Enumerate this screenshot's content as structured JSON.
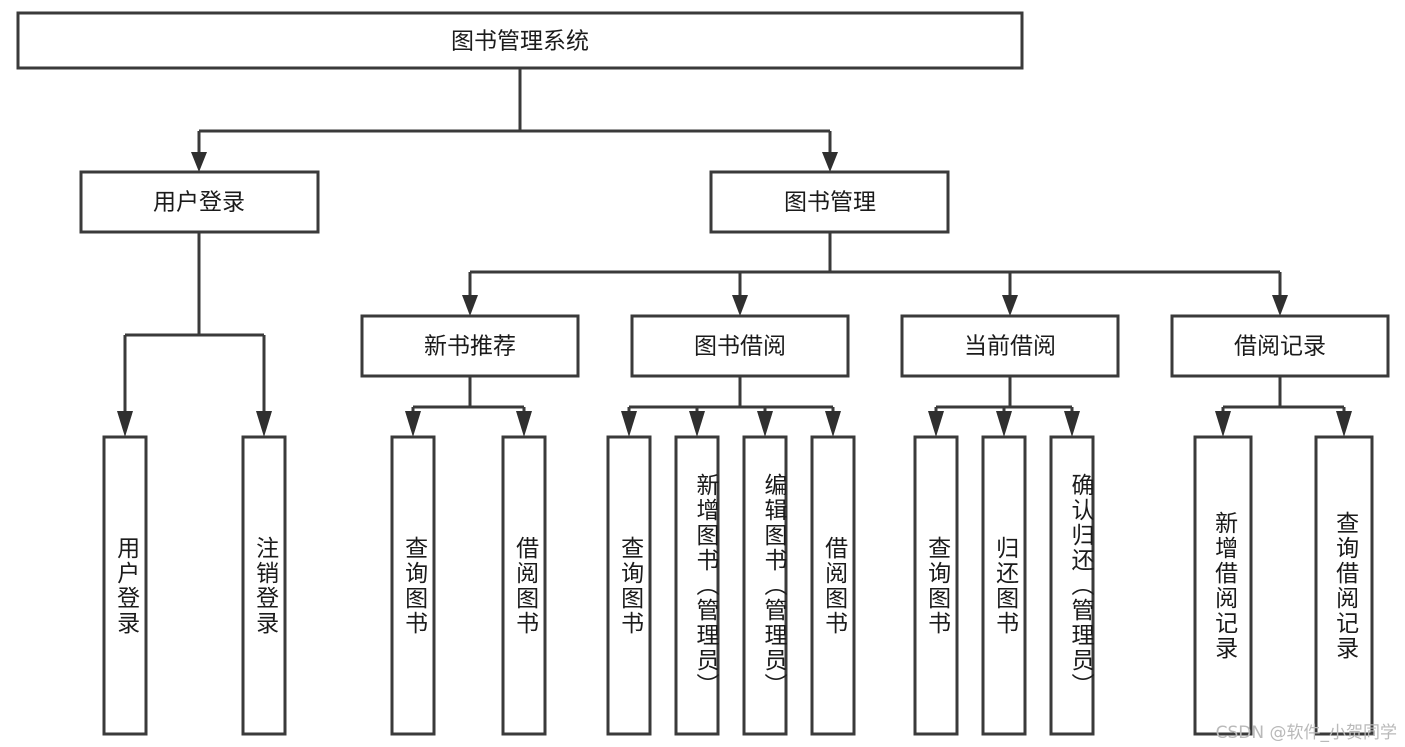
{
  "diagram": {
    "title": "图书管理系统",
    "type": "tree-hierarchy-chart",
    "root": {
      "id": "root",
      "label": "图书管理系统"
    },
    "level2": [
      {
        "id": "user-login",
        "label": "用户登录"
      },
      {
        "id": "book-management",
        "label": "图书管理"
      }
    ],
    "level3": [
      {
        "id": "new-book-recommend",
        "label": "新书推荐"
      },
      {
        "id": "book-borrow",
        "label": "图书借阅"
      },
      {
        "id": "current-borrow",
        "label": "当前借阅"
      },
      {
        "id": "borrow-record",
        "label": "借阅记录"
      }
    ],
    "leaves": {
      "user-login": [
        {
          "id": "leaf-user-login",
          "label": "用户登录"
        },
        {
          "id": "leaf-logout-login",
          "label": "注销登录"
        }
      ],
      "new-book-recommend": [
        {
          "id": "leaf-query-book-1",
          "label": "查询图书"
        },
        {
          "id": "leaf-borrow-book-1",
          "label": "借阅图书"
        }
      ],
      "book-borrow": [
        {
          "id": "leaf-query-book-2",
          "label": "查询图书"
        },
        {
          "id": "leaf-add-book-admin",
          "label": "新增图书（管理员）"
        },
        {
          "id": "leaf-edit-book-admin",
          "label": "编辑图书（管理员）"
        },
        {
          "id": "leaf-borrow-book-2",
          "label": "借阅图书"
        }
      ],
      "current-borrow": [
        {
          "id": "leaf-query-book-3",
          "label": "查询图书"
        },
        {
          "id": "leaf-return-book",
          "label": "归还图书"
        },
        {
          "id": "leaf-confirm-return-admin",
          "label": "确认归还（管理员）"
        }
      ],
      "borrow-record": [
        {
          "id": "leaf-add-borrow-record",
          "label": "新增借阅记录"
        },
        {
          "id": "leaf-query-borrow-record",
          "label": "查询借阅记录"
        }
      ]
    }
  },
  "watermark": {
    "text": "CSDN @软件_小贺同学"
  },
  "colors": {
    "box_stroke": "#3a3a3a",
    "box_fill": "#ffffff",
    "text": "#1b1b1b",
    "connector": "#3a3a3a",
    "watermark": "#b9b9b9",
    "background": "#ffffff"
  }
}
